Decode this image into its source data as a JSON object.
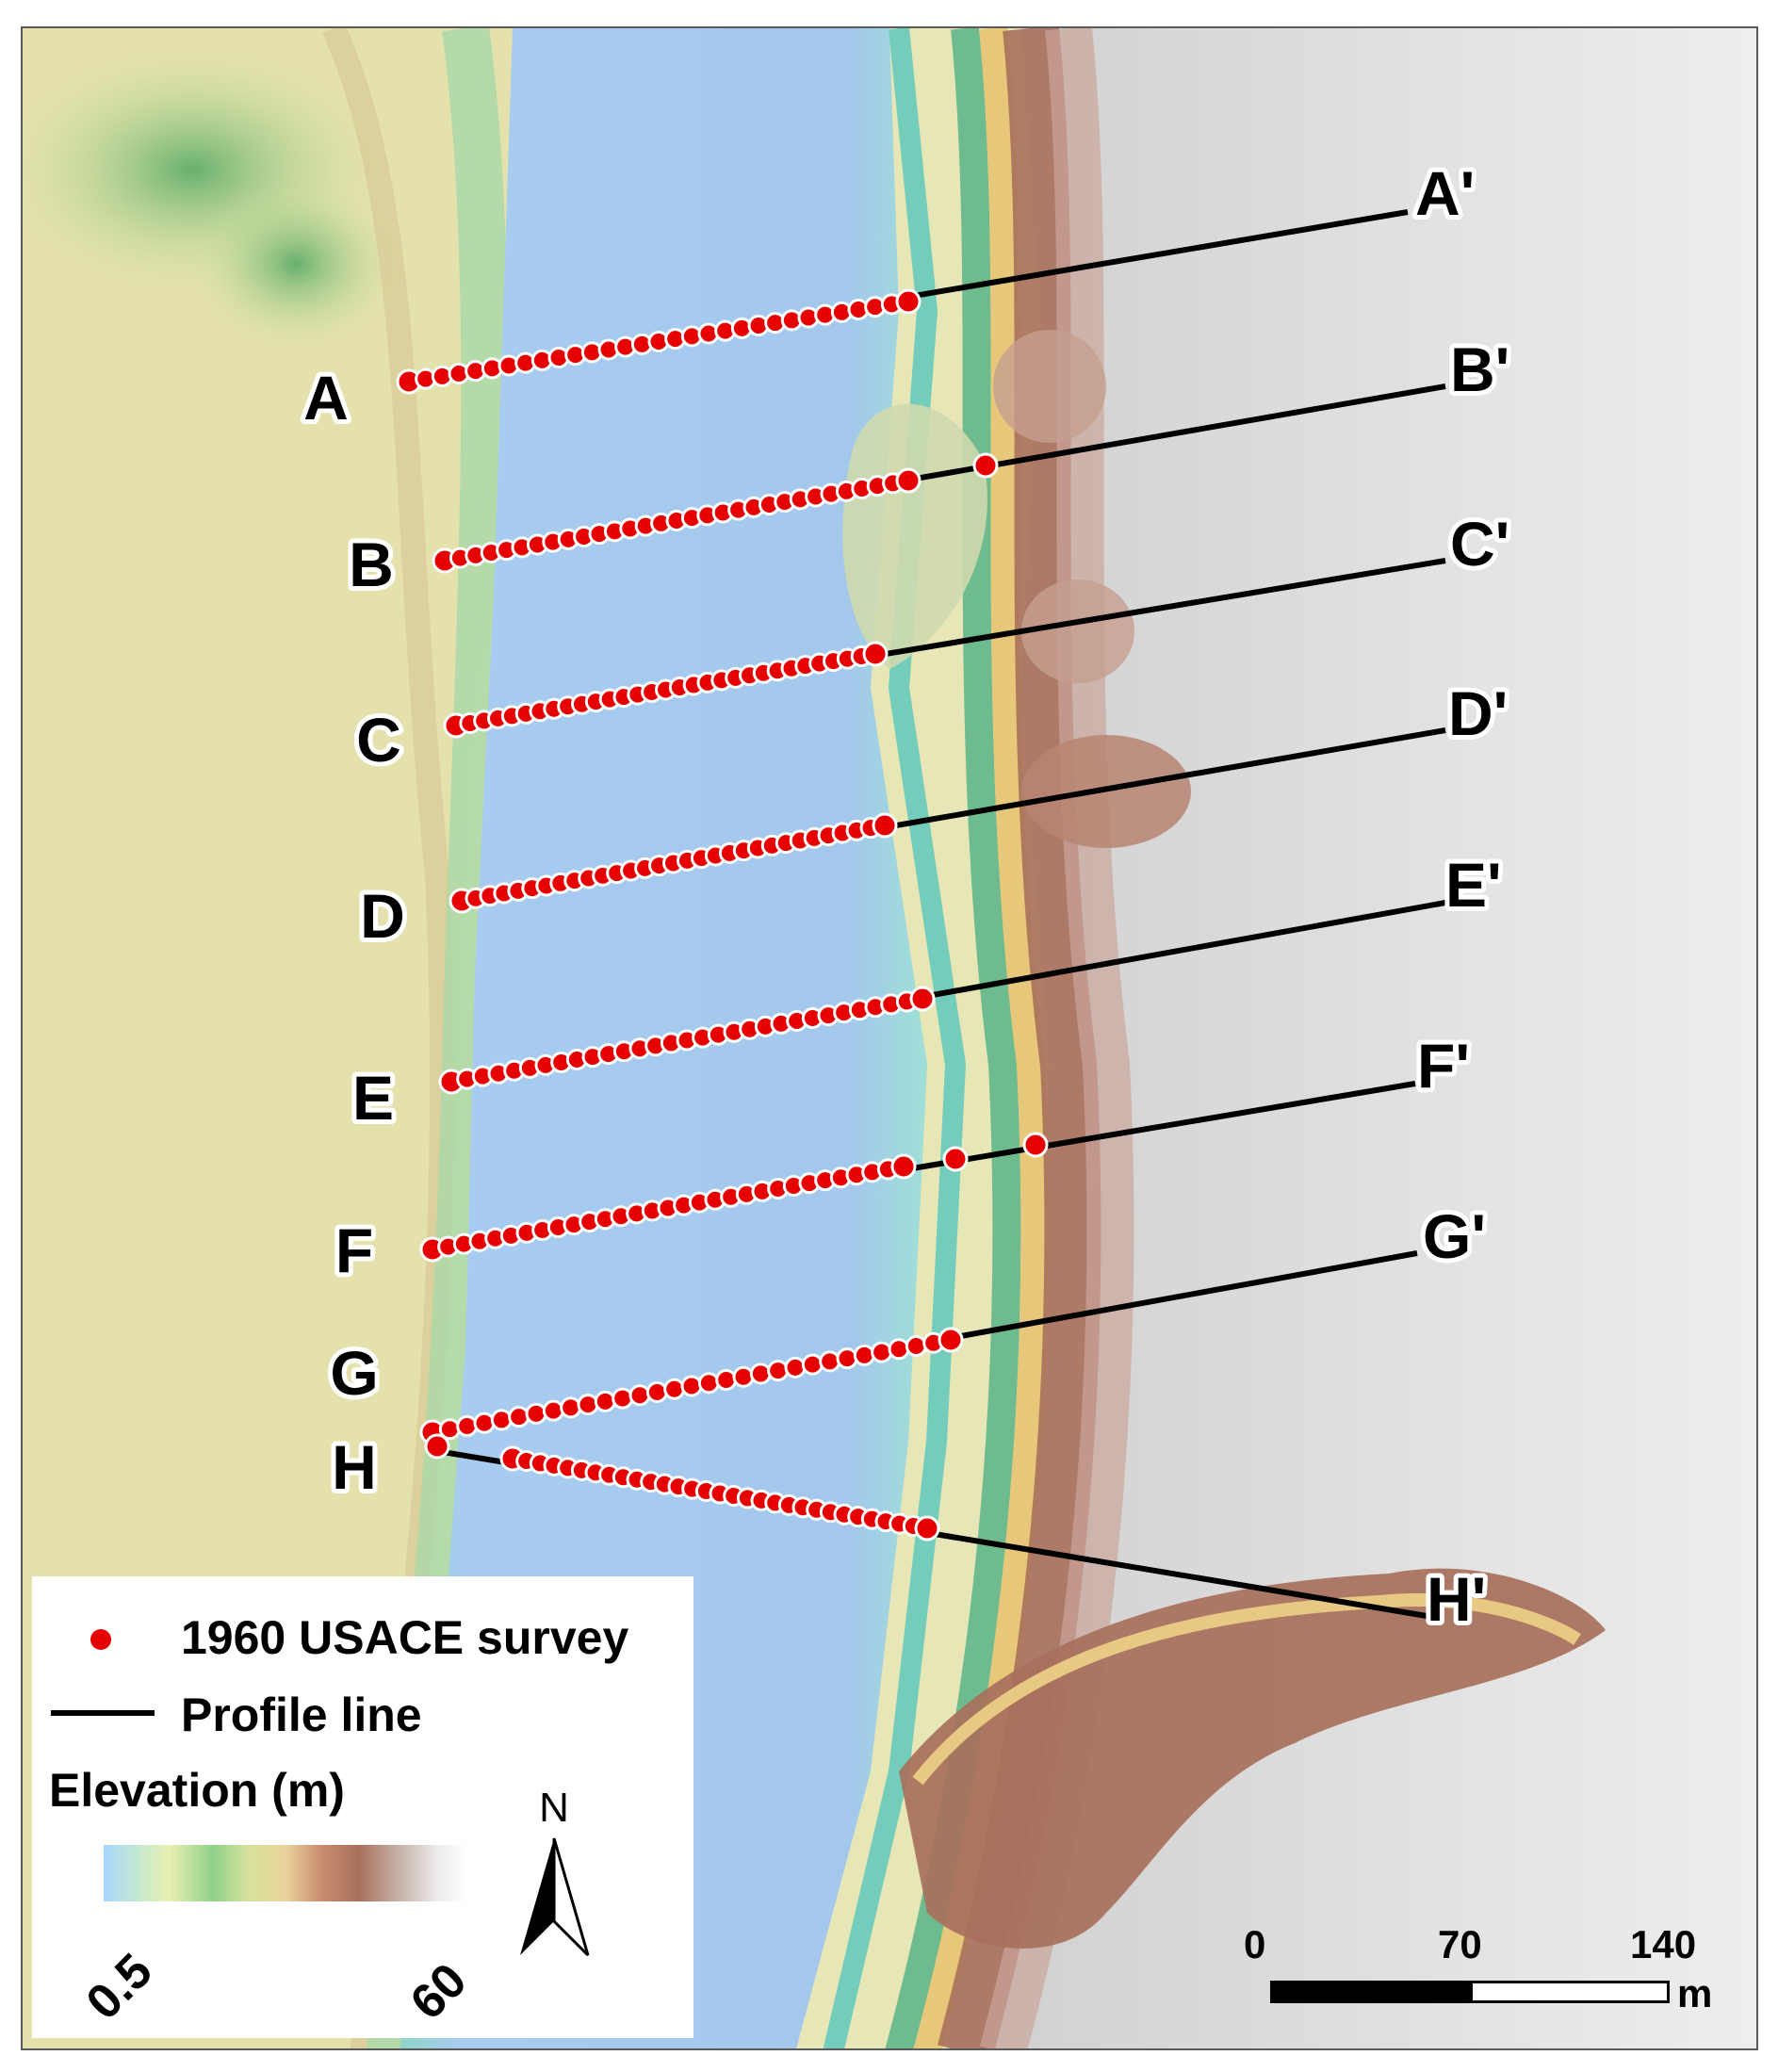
{
  "profiles": [
    {
      "start": "A",
      "end": "A'"
    },
    {
      "start": "B",
      "end": "B'"
    },
    {
      "start": "C",
      "end": "C'"
    },
    {
      "start": "D",
      "end": "D'"
    },
    {
      "start": "E",
      "end": "E'"
    },
    {
      "start": "F",
      "end": "F'"
    },
    {
      "start": "G",
      "end": "G'"
    },
    {
      "start": "H",
      "end": "H'"
    }
  ],
  "legend": {
    "survey_label": "1960 USACE survey",
    "survey_color": "#e60000",
    "profile_label": "Profile line",
    "elevation_title": "Elevation (m)",
    "elevation_min": "0.5",
    "elevation_max": "60"
  },
  "north_arrow": {
    "label": "N"
  },
  "scale_bar": {
    "tick0": "0",
    "tick1": "70",
    "tick2": "140",
    "unit": "m"
  },
  "colors": {
    "survey_point": "#e60000",
    "profile_line": "#000000",
    "water_blue": "#a6cdf2",
    "highland_grey": "#e3e3e3",
    "bluff_brown": "#a8705c"
  }
}
